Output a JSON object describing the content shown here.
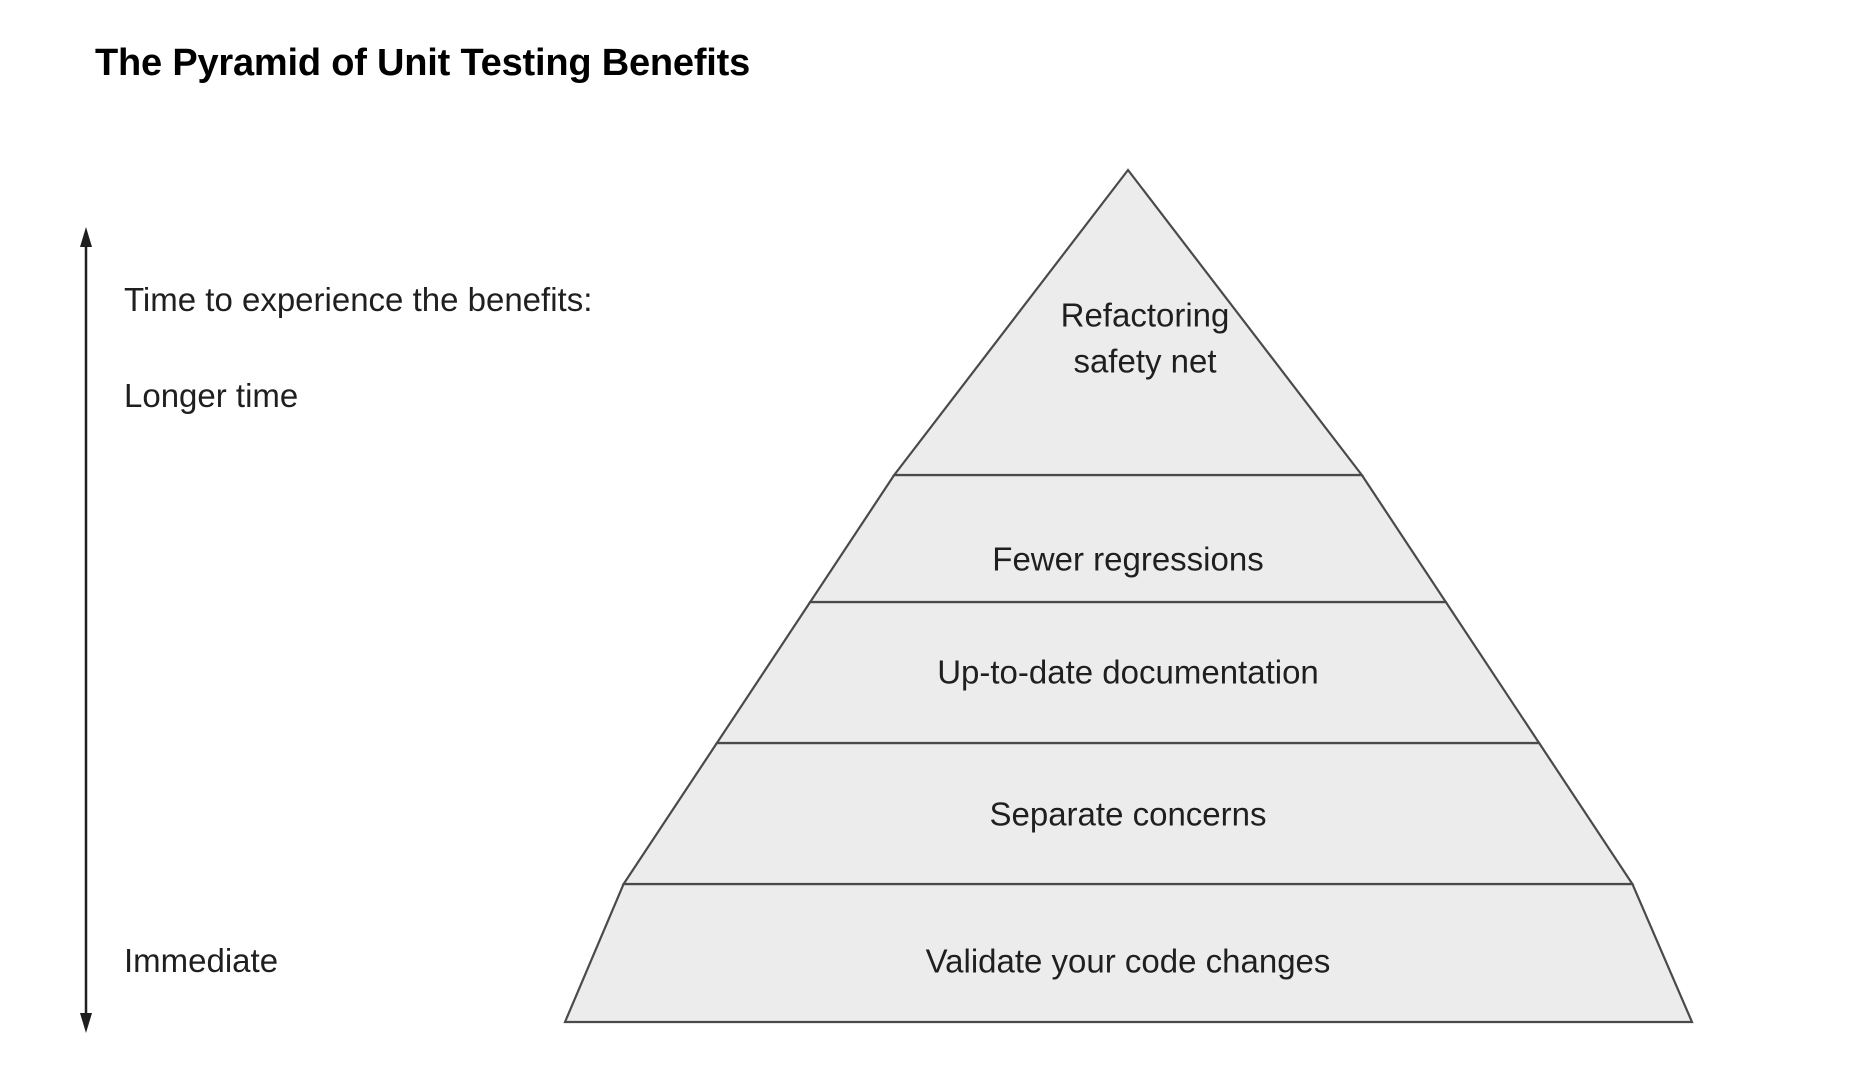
{
  "title": "The Pyramid of Unit Testing Benefits",
  "axis": {
    "caption": "Time to experience the benefits:",
    "top_label": "Longer time",
    "bottom_label": "Immediate",
    "arrow_icon": "double-headed-vertical-arrow-icon"
  },
  "chart_data": {
    "type": "pyramid",
    "title": "The Pyramid of Unit Testing Benefits",
    "xlabel": "",
    "ylabel": "Time to experience the benefits:",
    "axis_range_labels": [
      "Immediate",
      "Longer time"
    ],
    "legend": [],
    "grid": false,
    "orientation": "apex-up",
    "fill_color": "#ececec",
    "stroke_color": "#4a4a4a",
    "text_color": "#1f1f1f",
    "levels": [
      {
        "rank": 1,
        "label": "Refactoring safety net",
        "lines": [
          "Refactoring",
          "safety net"
        ],
        "time_to_benefit": "Longer time"
      },
      {
        "rank": 2,
        "label": "Fewer regressions",
        "lines": [
          "Fewer regressions"
        ],
        "time_to_benefit": ""
      },
      {
        "rank": 3,
        "label": "Up-to-date documentation",
        "lines": [
          "Up-to-date documentation"
        ],
        "time_to_benefit": ""
      },
      {
        "rank": 4,
        "label": "Separate concerns",
        "lines": [
          "Separate concerns"
        ],
        "time_to_benefit": ""
      },
      {
        "rank": 5,
        "label": "Validate your code changes",
        "lines": [
          "Validate your code changes"
        ],
        "time_to_benefit": "Immediate"
      }
    ]
  }
}
